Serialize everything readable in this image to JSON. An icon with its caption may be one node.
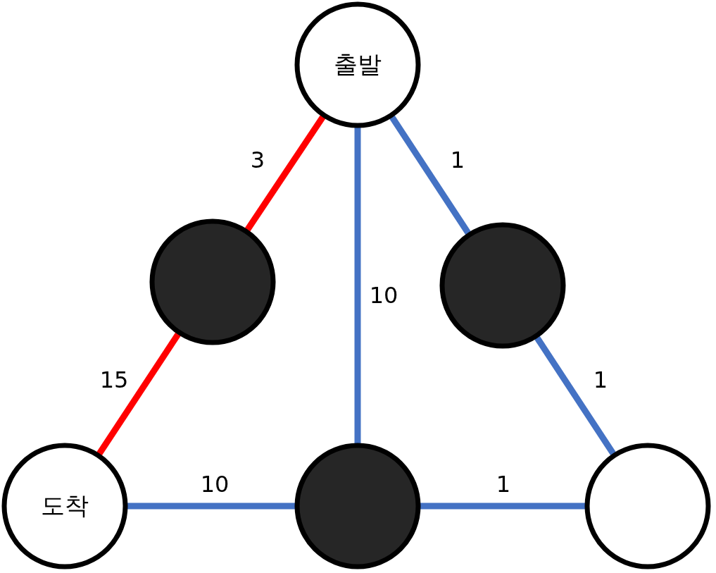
{
  "diagram": {
    "nodes": [
      {
        "text": [
          "출발"
        ]
      },
      {
        "text": [],
        "shape": "circle"
      },
      {
        "text": [],
        "shape": "circle"
      },
      {
        "text": [
          "도착"
        ]
      },
      {
        "text": [],
        "shape": "circle"
      },
      {
        "text": [],
        "shape": "circle"
      }
    ],
    "edges": [
      {
        "from": 0,
        "to": 1,
        "arrow": "none",
        "label": "3",
        "color": "#ff0000"
      },
      {
        "from": 0,
        "to": 4,
        "arrow": "none",
        "label": "10"
      },
      {
        "from": 0,
        "to": 2,
        "arrow": "none",
        "label": "1"
      },
      {
        "from": 1,
        "to": 3,
        "arrow": "none",
        "label": "15",
        "color": "#ff0000"
      },
      {
        "from": 2,
        "to": 5,
        "arrow": "none",
        "label": "1"
      },
      {
        "from": 3,
        "to": 4,
        "arrow": "none",
        "label": "10"
      },
      {
        "from": 4,
        "to": 5,
        "arrow": "none",
        "label": "1"
      }
    ]
  }
}
